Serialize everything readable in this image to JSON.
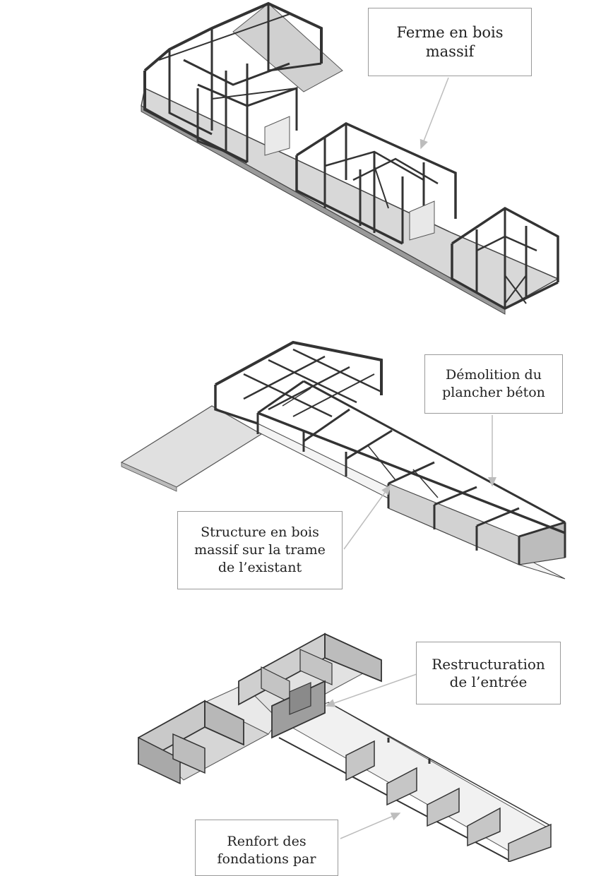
{
  "callouts": {
    "ferme": "Ferme en bois\nmassif",
    "demolition": "Démolition du\nplancher béton",
    "structure": "Structure en bois\nmassif sur la trame\nde l’existant",
    "restructuration": "Restructuration\nde l’entrée",
    "renfort": "Renfort des\nfondations par"
  }
}
